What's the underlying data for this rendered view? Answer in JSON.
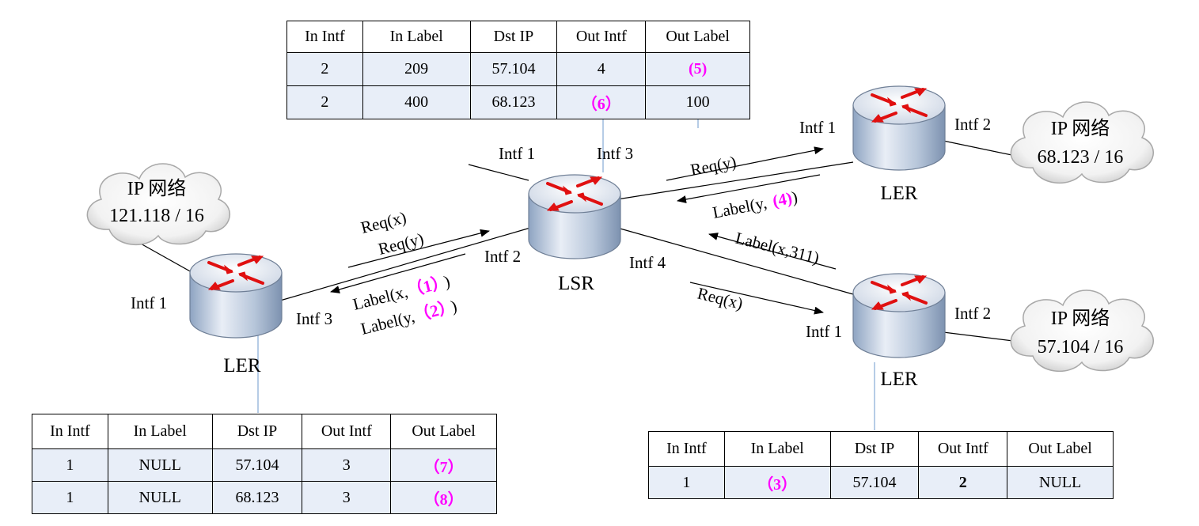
{
  "clouds": [
    {
      "id": "left",
      "title": "IP 网络",
      "subnet": "121.118 / 16"
    },
    {
      "id": "top_right",
      "title": "IP 网络",
      "subnet": "68.123 / 16"
    },
    {
      "id": "bottom_right",
      "title": "IP 网络",
      "subnet": "57.104 / 16"
    }
  ],
  "routers": {
    "left": {
      "name": "LER"
    },
    "center": {
      "name": "LSR"
    },
    "top_right": {
      "name": "LER"
    },
    "bottom_right": {
      "name": "LER"
    }
  },
  "interfaces": {
    "left_intf1": "Intf  1",
    "left_intf3": "Intf  3",
    "lsr_intf1": "Intf  1",
    "lsr_intf2": "Intf  2",
    "lsr_intf3": "Intf  3",
    "lsr_intf4": "Intf  4",
    "tr_intf1": "Intf  1",
    "tr_intf2": "Intf  2",
    "br_intf1": "Intf  1",
    "br_intf2": "Intf  2"
  },
  "messages": {
    "left_req_x": "Req(x)",
    "left_req_y": "Req(y)",
    "left_label_x_prefix": "Label(x,",
    "left_label_x_mark": "（1）",
    "left_label_x_suffix": ")",
    "left_label_y_prefix": "Label(y,",
    "left_label_y_mark": "（2）",
    "left_label_y_suffix": ")",
    "tr_req_y": "Req(y)",
    "tr_label_y_prefix": "Label(y,",
    "tr_label_y_mark": "(4)",
    "tr_label_y_suffix": ")",
    "br_label_x": "Label(x,311)",
    "br_req_x": "Req(x)"
  },
  "tables": {
    "lsr": {
      "headers": [
        "In Intf",
        "In Label",
        "Dst IP",
        "Out Intf",
        "Out Label"
      ],
      "rows": [
        [
          "2",
          "209",
          "57.104",
          "4",
          "(5)"
        ],
        [
          "2",
          "400",
          "68.123",
          "（6）",
          "100"
        ]
      ]
    },
    "left": {
      "headers": [
        "In Intf",
        "In Label",
        "Dst IP",
        "Out Intf",
        "Out Label"
      ],
      "rows": [
        [
          "1",
          "NULL",
          "57.104",
          "3",
          "（7）"
        ],
        [
          "1",
          "NULL",
          "68.123",
          "3",
          "（8）"
        ]
      ]
    },
    "bottom_right": {
      "headers": [
        "In Intf",
        "In Label",
        "Dst IP",
        "Out Intf",
        "Out Label"
      ],
      "rows": [
        [
          "1",
          "（3）",
          "57.104",
          "2",
          "NULL"
        ]
      ]
    }
  },
  "colors": {
    "highlight": "#ff00ff",
    "table_row_bg": "#e8eef8",
    "connector_blue": "#8fb0d8",
    "router_arrow_red": "#e01010"
  }
}
